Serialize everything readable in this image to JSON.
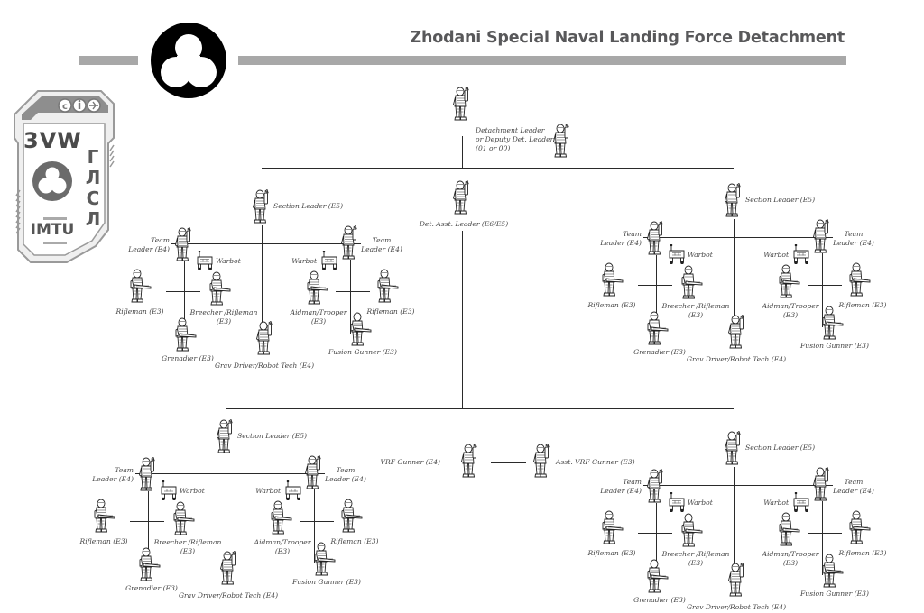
{
  "header": {
    "title": "Zhodani Special Naval Landing Force Detachment",
    "emblem": "zhodani-trefoil-emblem"
  },
  "badge": {
    "icons": [
      "cc-icon",
      "attribution-icon",
      "share-alike-icon"
    ],
    "vertical_text_top": "3VW",
    "vertical_text_side": "ГЛСЛ",
    "emblem": "trefoil-icon",
    "label": "IMTU",
    "colors": {
      "fill": "#e6e6e6",
      "stroke": "#8a8a8a",
      "text": "#5a5a5a"
    }
  },
  "command": {
    "leader": {
      "label_lines": [
        "Detachment Leader",
        "or Deputy Det. Leader",
        "(01 or 00)"
      ]
    },
    "assistant": {
      "label": "Det. Asst. Leader (E6/E5)"
    }
  },
  "vrf_team": {
    "gunner": "VRF Gunner (E4)",
    "assistant": "Asst. VRF Gunner (E3)"
  },
  "sections": [
    {
      "id": "section-1",
      "leader": "Section Leader (E5)",
      "grav_driver": "Grav Driver/Robot Tech (E4)",
      "team_a": {
        "leader_lines": [
          "Team",
          "Leader (E4)"
        ],
        "warbot": "Warbot",
        "rifleman": "Rifleman (E3)",
        "breecher_lines": [
          "Breecher /Rifleman",
          "(E3)"
        ],
        "grenadier": "Grenadier (E3)"
      },
      "team_b": {
        "leader_lines": [
          "Team",
          "Leader (E4)"
        ],
        "warbot": "Warbot",
        "aidman_lines": [
          "Aidman/Trooper",
          "(E3)"
        ],
        "rifleman": "Rifleman (E3)",
        "fusion": "Fusion Gunner  (E3)"
      }
    },
    {
      "id": "section-2",
      "leader": "Section Leader (E5)",
      "grav_driver": "Grav Driver/Robot Tech (E4)",
      "team_a": {
        "leader_lines": [
          "Team",
          "Leader (E4)"
        ],
        "warbot": "Warbot",
        "rifleman": "Rifleman (E3)",
        "breecher_lines": [
          "Breecher /Rifleman",
          "(E3)"
        ],
        "grenadier": "Grenadier (E3)"
      },
      "team_b": {
        "leader_lines": [
          "Team",
          "Leader (E4)"
        ],
        "warbot": "Warbot",
        "aidman_lines": [
          "Aidman/Trooper",
          "(E3)"
        ],
        "rifleman": "Rifleman (E3)",
        "fusion": "Fusion Gunner  (E3)"
      }
    },
    {
      "id": "section-3",
      "leader": "Section Leader (E5)",
      "grav_driver": "Grav Driver/Robot Tech (E4)",
      "team_a": {
        "leader_lines": [
          "Team",
          "Leader (E4)"
        ],
        "warbot": "Warbot",
        "rifleman": "Rifleman (E3)",
        "breecher_lines": [
          "Breecher /Rifleman",
          "(E3)"
        ],
        "grenadier": "Grenadier (E3)"
      },
      "team_b": {
        "leader_lines": [
          "Team",
          "Leader (E4)"
        ],
        "warbot": "Warbot",
        "aidman_lines": [
          "Aidman/Trooper",
          "(E3)"
        ],
        "rifleman": "Rifleman (E3)",
        "fusion": "Fusion Gunner  (E3)"
      }
    },
    {
      "id": "section-4",
      "leader": "Section Leader (E5)",
      "grav_driver": "Grav Driver/Robot Tech (E4)",
      "team_a": {
        "leader_lines": [
          "Team",
          "Leader (E4)"
        ],
        "warbot": "Warbot",
        "rifleman": "Rifleman (E3)",
        "breecher_lines": [
          "Breecher /Rifleman",
          "(E3)"
        ],
        "grenadier": "Grenadier (E3)"
      },
      "team_b": {
        "leader_lines": [
          "Team",
          "Leader (E4)"
        ],
        "warbot": "Warbot",
        "aidman_lines": [
          "Aidman/Trooper",
          "(E3)"
        ],
        "rifleman": "Rifleman (E3)",
        "fusion": "Fusion Gunner  (E3)"
      }
    }
  ]
}
